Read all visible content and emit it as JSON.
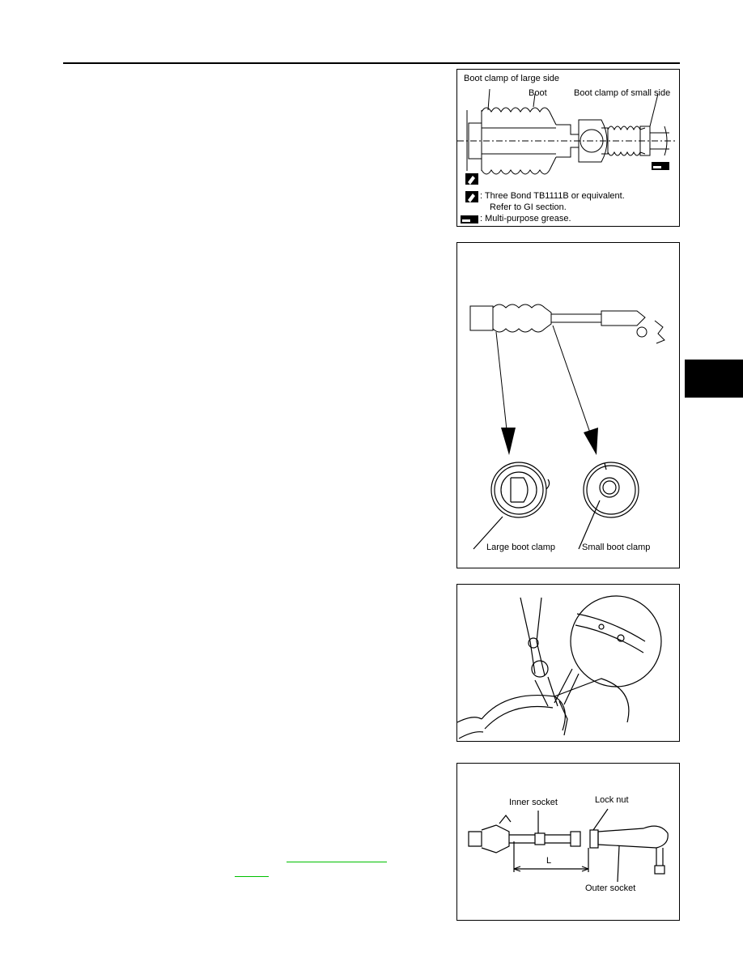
{
  "figure1": {
    "large_side": "Boot clamp of large side",
    "boot": "Boot",
    "small_side": "Boot clamp of small side",
    "legend_sealant_line1": ": Three Bond TB1111B or equivalent.",
    "legend_sealant_line2": "Refer to GI section.",
    "legend_grease": ": Multi-purpose grease."
  },
  "figure2": {
    "large_clamp": "Large boot clamp",
    "small_clamp": "Small boot clamp"
  },
  "figure4": {
    "inner_socket": "Inner socket",
    "lock_nut": "Lock nut",
    "dimension": "L",
    "outer_socket": "Outer socket"
  }
}
